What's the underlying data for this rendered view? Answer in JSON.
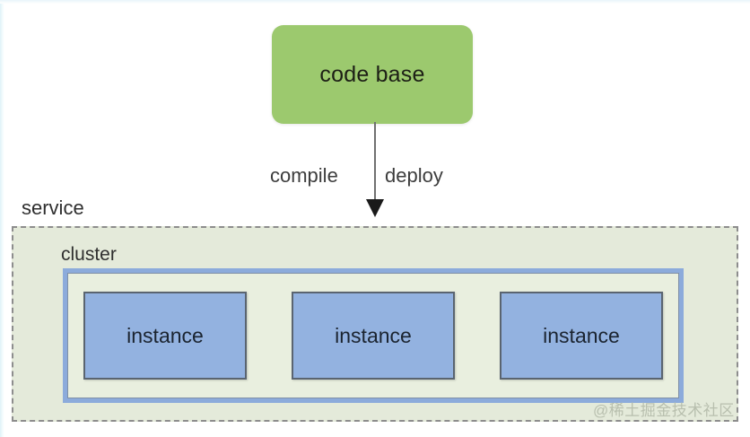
{
  "diagram": {
    "title_hidden": "",
    "codebase": {
      "label": "code base",
      "fill": "#9cc96e"
    },
    "edge": {
      "compile_label": "compile",
      "deploy_label": "deploy",
      "arrow_icon": "arrow-down-icon",
      "stroke": "#707070"
    },
    "service": {
      "label": "service",
      "fill": "#e4eada",
      "border": "#8d8d8d",
      "border_style": "dashed"
    },
    "cluster": {
      "label": "cluster",
      "fill": "#e9efdf",
      "border": "#8cabdb"
    },
    "instances": [
      {
        "label": "instance",
        "fill": "#93b2e0",
        "border": "#5a6470"
      },
      {
        "label": "instance",
        "fill": "#93b2e0",
        "border": "#5a6470"
      },
      {
        "label": "instance",
        "fill": "#93b2e0",
        "border": "#5a6470"
      }
    ]
  },
  "watermark": {
    "text": "@稀土掘金技术社区",
    "color": "#b8bfae"
  }
}
